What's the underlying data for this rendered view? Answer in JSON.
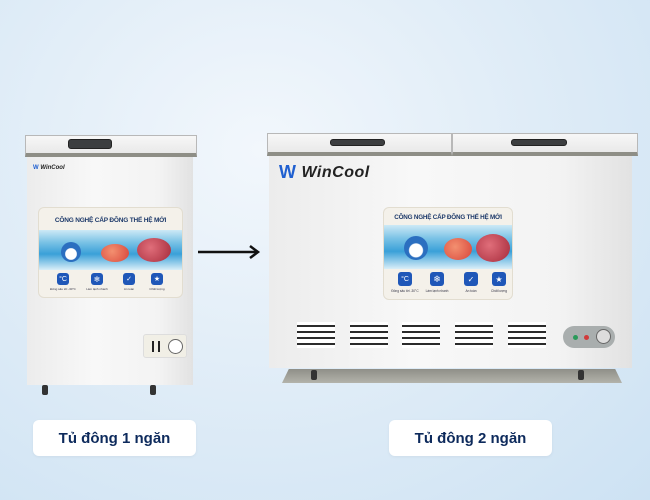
{
  "brand": "WinCool",
  "panel": {
    "title": "CÔNG NGHỆ CẤP ĐÔNG THẾ HỆ MỚI",
    "features": [
      {
        "icon": "thermometer-icon",
        "label": "Đông sâu tới -30°C"
      },
      {
        "icon": "snowflake-icon",
        "label": "Làm lạnh nhanh"
      },
      {
        "icon": "shield-icon",
        "label": "An toàn"
      },
      {
        "icon": "award-icon",
        "label": "Chất lượng"
      }
    ]
  },
  "products": [
    {
      "label": "Tủ đông 1 ngăn"
    },
    {
      "label": "Tủ đông 2 ngăn"
    }
  ],
  "colors": {
    "accent": "#1f57b8",
    "label_text": "#0d2a5c",
    "arrow": "#111111"
  }
}
